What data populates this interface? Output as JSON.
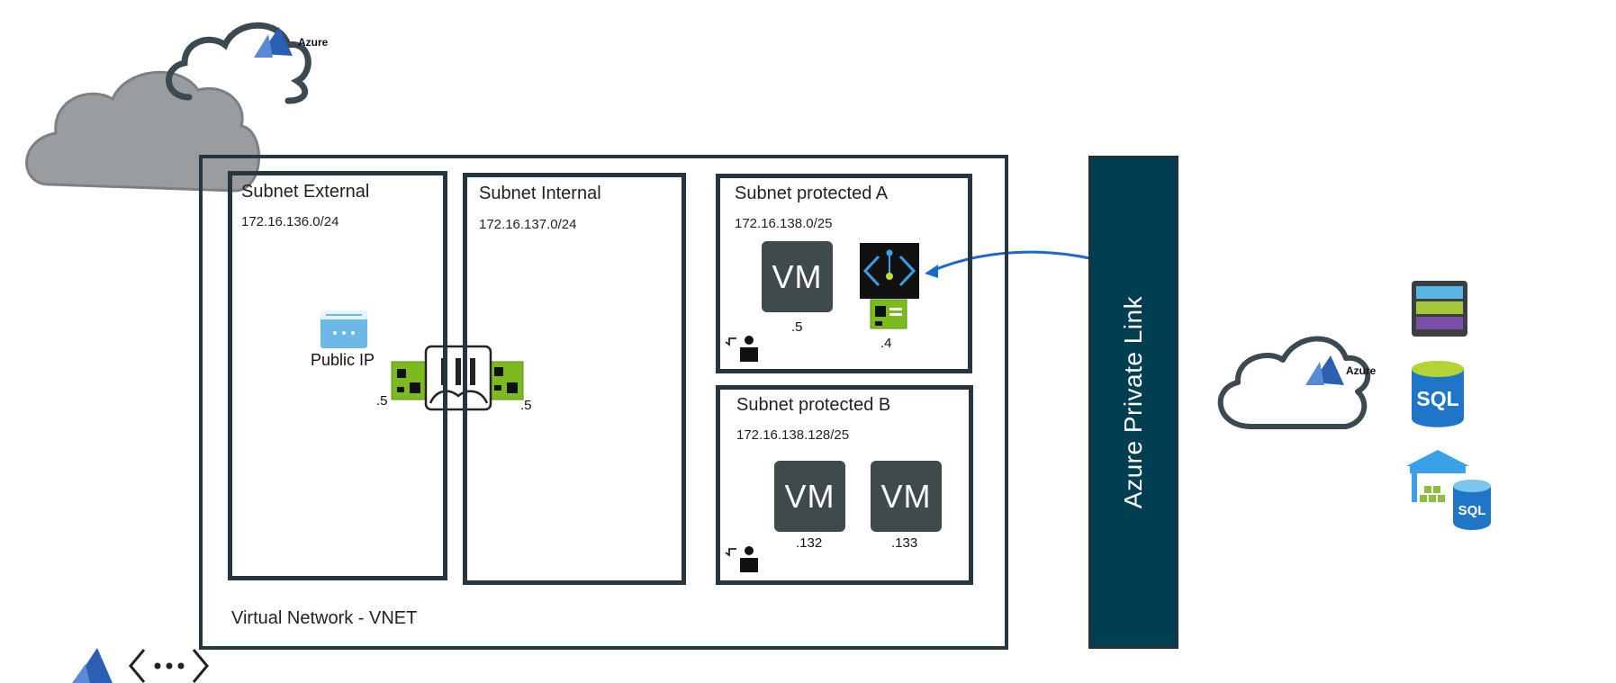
{
  "icons": {
    "azure_logo_top": {
      "name": "azure-logo-icon",
      "label": "Azure"
    },
    "azure_logo_right": {
      "name": "azure-logo-icon",
      "label": "Azure"
    },
    "gray_cloud": {
      "name": "internet-cloud-icon"
    },
    "public_ip": {
      "name": "public-ip-icon"
    },
    "firewall": {
      "name": "firewall-appliance-icon"
    },
    "nic": {
      "name": "network-interface-icon"
    },
    "private_endpoint": {
      "name": "private-endpoint-icon"
    },
    "route_table": {
      "name": "route-table-icon"
    },
    "storage": {
      "name": "storage-account-icon"
    },
    "sql": {
      "name": "sql-database-icon",
      "label": "SQL"
    },
    "sql_warehouse": {
      "name": "sql-data-warehouse-icon",
      "label": "SQL"
    },
    "vnet": {
      "name": "virtual-network-icon"
    }
  },
  "vnet": {
    "label": "Virtual Network - VNET"
  },
  "subnets": {
    "external": {
      "title": "Subnet External",
      "cidr": "172.16.136.0/24",
      "public_ip_label": "Public IP",
      "nic_ip": ".5"
    },
    "internal": {
      "title": "Subnet Internal",
      "cidr": "172.16.137.0/24",
      "nic_ip": ".5"
    },
    "protected_a": {
      "title": "Subnet protected A",
      "cidr": "172.16.138.0/25",
      "vm_label": "VM",
      "vm_ip": ".5",
      "endpoint_ip": ".4"
    },
    "protected_b": {
      "title": "Subnet protected B",
      "cidr": "172.16.138.128/25",
      "vm1_label": "VM",
      "vm1_ip": ".132",
      "vm2_label": "VM",
      "vm2_ip": ".133"
    }
  },
  "private_link": {
    "label": "Azure Private Link"
  },
  "colors": {
    "border": "#263640",
    "private_link": "#003e51",
    "vm": "#3f4a4c",
    "arrow": "#1b6ac9",
    "azure_blue": "#2b5fb4",
    "gray_cloud": "#9a9d9f",
    "nic_green": "#7cbb1f"
  }
}
